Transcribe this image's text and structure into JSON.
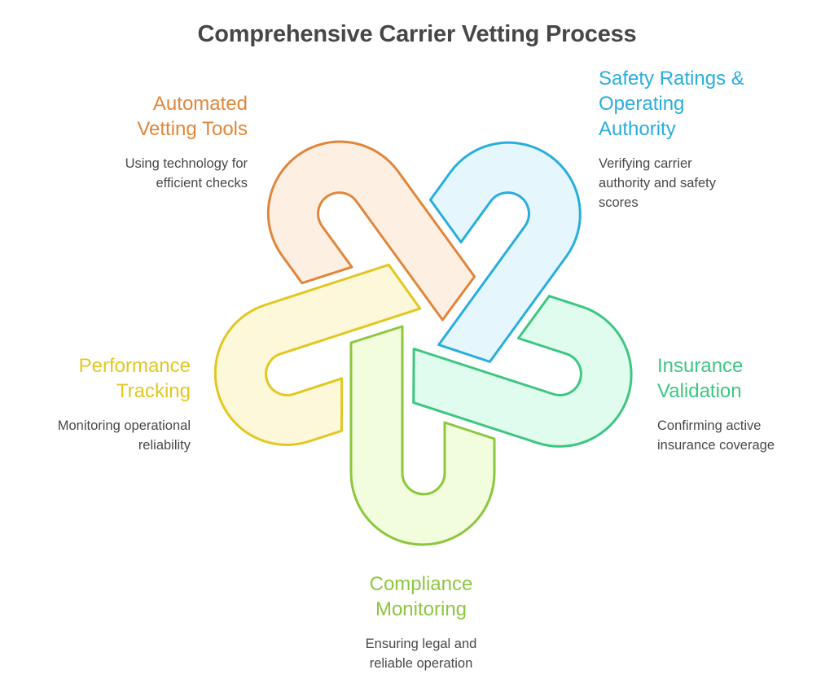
{
  "title": "Comprehensive Carrier Vetting Process",
  "steps": [
    {
      "id": "automated-vetting-tools",
      "heading_lines": [
        "Automated",
        "Vetting Tools"
      ],
      "desc_lines": [
        "Using technology for",
        "efficient checks"
      ],
      "stroke": "#E0863A",
      "fill": "#FEEFE3",
      "text_color": "#E0863A"
    },
    {
      "id": "safety-ratings",
      "heading_lines": [
        "Safety Ratings &",
        "Operating",
        "Authority"
      ],
      "desc_lines": [
        "Verifying carrier",
        "authority and safety",
        "scores"
      ],
      "stroke": "#28AEDD",
      "fill": "#E6F6FD",
      "text_color": "#28AEDD"
    },
    {
      "id": "insurance-validation",
      "heading_lines": [
        "Insurance",
        "Validation"
      ],
      "desc_lines": [
        "Confirming active",
        "insurance coverage"
      ],
      "stroke": "#3DC682",
      "fill": "#E0FCEF",
      "text_color": "#3DC682"
    },
    {
      "id": "compliance-monitoring",
      "heading_lines": [
        "Compliance",
        "Monitoring"
      ],
      "desc_lines": [
        "Ensuring legal and",
        "reliable operation"
      ],
      "stroke": "#8DC63F",
      "fill": "#F1FDDC",
      "text_color": "#8DC63F"
    },
    {
      "id": "performance-tracking",
      "heading_lines": [
        "Performance",
        "Tracking"
      ],
      "desc_lines": [
        "Monitoring operational",
        "reliability"
      ],
      "stroke": "#E2C720",
      "fill": "#FEF8DA",
      "text_color": "#E2C720"
    }
  ]
}
